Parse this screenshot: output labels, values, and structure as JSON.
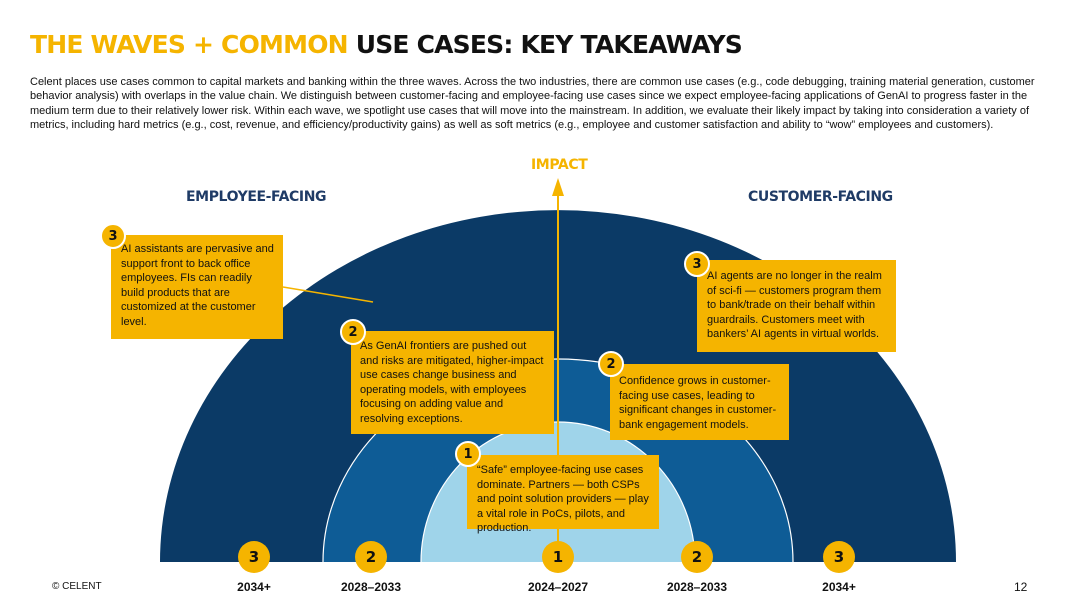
{
  "title": {
    "accent": "THE WAVES + COMMON",
    "rest": "USE CASES: KEY TAKEAWAYS"
  },
  "intro": "Celent places use cases common to capital markets and banking within the three waves. Across the two industries, there are common use cases (e.g., code debugging, training material generation, customer behavior analysis) with overlaps in the value chain. We distinguish between customer-facing and employee-facing use cases since we expect employee-facing applications of GenAI to progress faster in the medium term due to their relatively lower risk. Within each wave, we spotlight use cases that will move into the mainstream. In addition, we evaluate their likely impact by taking into consideration a variety of metrics, including hard metrics (e.g., cost, revenue, and efficiency/productivity gains) as well as soft metrics (e.g., employee and customer satisfaction and ability to “wow” employees and customers).",
  "labels": {
    "employee": "EMPLOYEE-FACING",
    "customer": "CUSTOMER-FACING",
    "impact": "IMPACT"
  },
  "callouts": {
    "wave1": {
      "num": "1",
      "text": "“Safe” employee-facing use cases dominate. Partners — both CSPs and point solution providers — play a vital role in PoCs, pilots, and production."
    },
    "wave2_employee": {
      "num": "2",
      "text": "As GenAI frontiers are pushed out and risks are mitigated, higher-impact use cases change business and operating models, with employees focusing on adding value and resolving exceptions."
    },
    "wave3_employee": {
      "num": "3",
      "text": "AI assistants are pervasive and support front to back office employees. FIs can readily build products that are customized at the customer level."
    },
    "wave2_customer": {
      "num": "2",
      "text": "Confidence grows in customer-facing use cases, leading to significant changes in customer-bank engagement models."
    },
    "wave3_customer": {
      "num": "3",
      "text": "AI agents are no longer in the realm of sci-fi — customers program them to bank/trade on their behalf within guardrails. Customers meet with bankers’ AI agents in virtual worlds."
    }
  },
  "timeline": [
    {
      "num": "3",
      "years": "2034+"
    },
    {
      "num": "2",
      "years": "2028–2033"
    },
    {
      "num": "1",
      "years": "2024–2027"
    },
    {
      "num": "2",
      "years": "2028–2033"
    },
    {
      "num": "3",
      "years": "2034+"
    }
  ],
  "footer": {
    "copyright": "© CELENT",
    "page": "12"
  },
  "colors": {
    "accent": "#f5b400",
    "outer": "#0b3a66",
    "middle": "#0e5c96",
    "inner": "#9fd4ea",
    "heading": "#1f3b66"
  }
}
